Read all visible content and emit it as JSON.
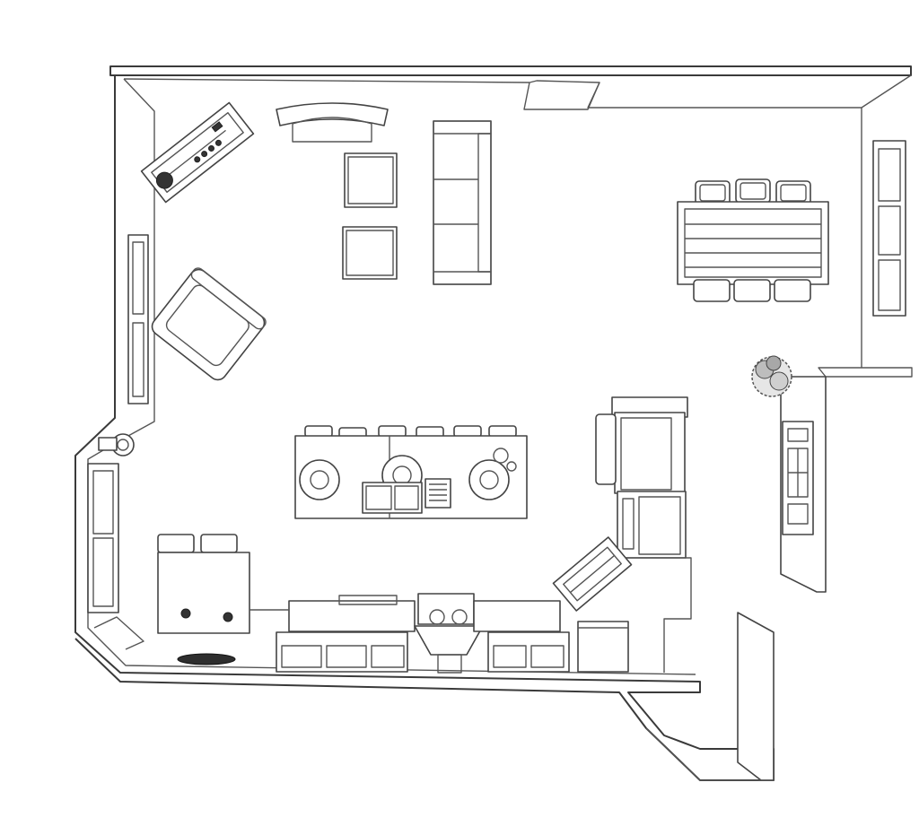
{
  "rooms": [
    {
      "id": "living-area",
      "label": ""
    },
    {
      "id": "dining-area",
      "label": ""
    },
    {
      "id": "kitchen-area",
      "label": ""
    }
  ],
  "furniture": [
    "tv-console",
    "curved-bench",
    "ottoman",
    "sofa",
    "armchair",
    "dining-table",
    "dining-chair",
    "kitchen-island",
    "bar-stool",
    "sink",
    "dish-rack",
    "refrigerator",
    "wall-oven",
    "stove-range",
    "range-hood",
    "base-cabinet",
    "side-table",
    "potted-plant",
    "window",
    "door-opening",
    "pantry-cabinet"
  ],
  "colors": {
    "line": "#3a3a3a",
    "fill": "#ffffff",
    "plant": "#555555"
  }
}
